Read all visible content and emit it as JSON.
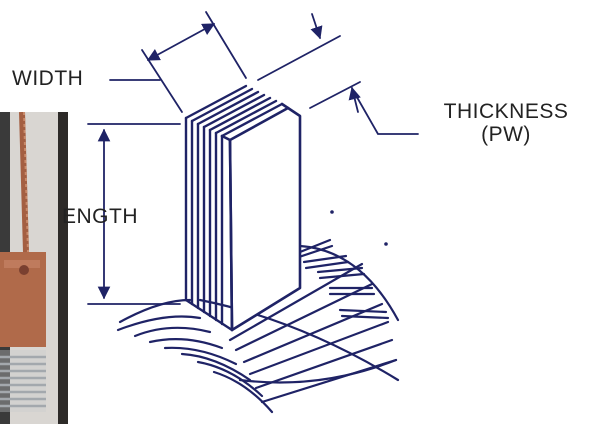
{
  "labels": {
    "width": "WIDTH",
    "length": "ENGTH",
    "thickness_line1": "THICKNESS",
    "thickness_line2": "(PW)"
  },
  "colors": {
    "ink": "#1f2366",
    "brush_face": "#ffffff",
    "label_text": "#222222",
    "photo_bg": "#d9d6d2",
    "copper": "#b06a4a",
    "winding": "#9aa0a6"
  },
  "icons": {
    "photo": "carbon-brush-photo",
    "diagram": "brush-on-commutator-drawing"
  }
}
